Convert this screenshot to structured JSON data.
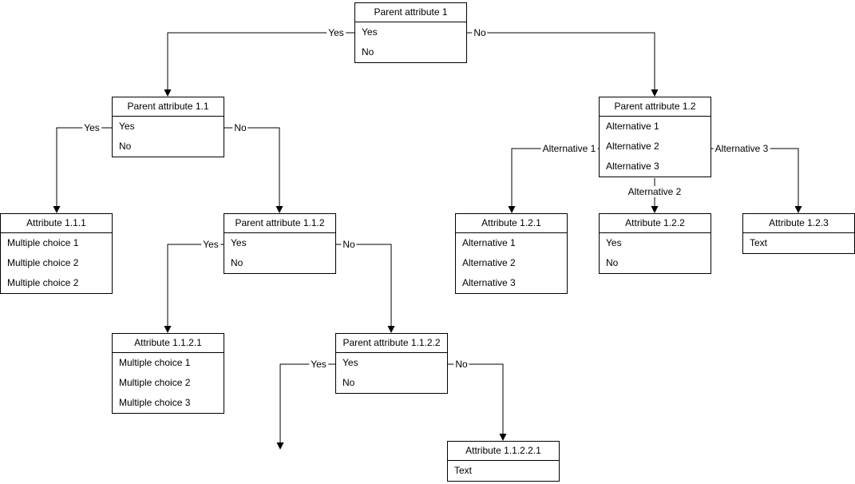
{
  "diagram": {
    "type": "decision-tree-flowchart",
    "colors": {
      "background": "#ffffff",
      "node_fill": "#ffffff",
      "node_border": "#000000",
      "line": "#000000",
      "text": "#000000"
    },
    "nodes": [
      {
        "title": "Parent attribute 1",
        "rows": [
          "Yes",
          "No"
        ]
      },
      {
        "title": "Parent attribute 1.1",
        "rows": [
          "Yes",
          "No"
        ]
      },
      {
        "title": "Attribute 1.1.1",
        "rows": [
          "Multiple choice 1",
          "Multiple choice 2",
          "Multiple choice 2"
        ]
      },
      {
        "title": "Parent attribute 1.1.2",
        "rows": [
          "Yes",
          "No"
        ]
      },
      {
        "title": "Attribute 1.1.2.1",
        "rows": [
          "Multiple choice 1",
          "Multiple choice 2",
          "Multiple choice 3"
        ]
      },
      {
        "title": "Parent attribute 1.1.2.2",
        "rows": [
          "Yes",
          "No"
        ]
      },
      {
        "title": "Attribute 1.1.2.2.1",
        "rows": [
          "Text"
        ]
      },
      {
        "title": "Parent attribute 1.2",
        "rows": [
          "Alternative 1",
          "Alternative 2",
          "Alternative 3"
        ]
      },
      {
        "title": "Attribute 1.2.1",
        "rows": [
          "Alternative 1",
          "Alternative 2",
          "Alternative 3"
        ]
      },
      {
        "title": "Attribute 1.2.2",
        "rows": [
          "Yes",
          "No"
        ]
      },
      {
        "title": "Attribute 1.2.3",
        "rows": [
          "Text"
        ]
      }
    ],
    "edge_labels": {
      "root_yes": "Yes",
      "root_no": "No",
      "p11_yes": "Yes",
      "p11_no": "No",
      "p112_yes": "Yes",
      "p112_no": "No",
      "p1122_yes": "Yes",
      "p1122_no": "No",
      "p12_alt1": "Alternative 1",
      "p12_alt2": "Alternative 2",
      "p12_alt3": "Alternative 3"
    }
  }
}
